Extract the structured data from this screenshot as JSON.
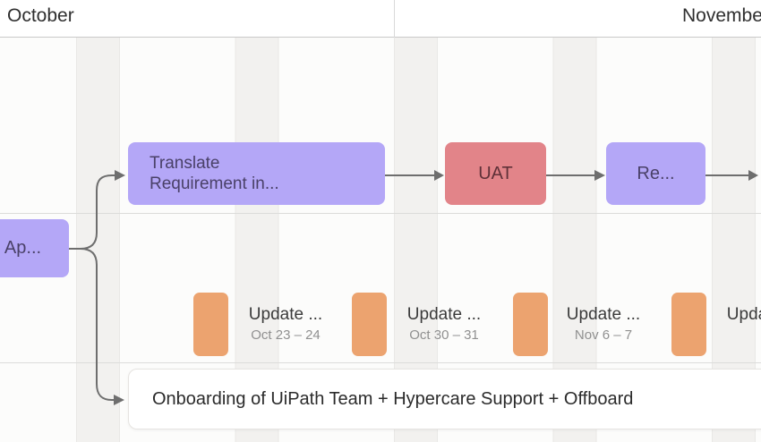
{
  "header": {
    "months": [
      {
        "label": "October"
      },
      {
        "label": "November"
      }
    ]
  },
  "tasks": {
    "approve": {
      "label": "Ap..."
    },
    "translate": {
      "label_line1": "Translate",
      "label_line2": "Requirement in..."
    },
    "uat": {
      "label": "UAT"
    },
    "release": {
      "label": "Re..."
    },
    "onboarding": {
      "label": "Onboarding of UiPath Team + Hypercare Support + Offboard"
    }
  },
  "milestones": [
    {
      "label": "Update ...",
      "date": "Oct 23 – 24"
    },
    {
      "label": "Update ...",
      "date": "Oct 30 – 31"
    },
    {
      "label": "Update ...",
      "date": "Nov 6 – 7"
    },
    {
      "label": "Update ...",
      "date": ""
    }
  ],
  "colors": {
    "task_purple": "#b4a7f7",
    "task_purple_text": "#4a4168",
    "task_red": "#e28489",
    "task_red_text": "#5f3138",
    "milestone_orange": "#eca36f",
    "connector_gray": "#6e6e6e",
    "weekend_stripe": "#f2f1ef",
    "row_line": "#dcdcda"
  }
}
